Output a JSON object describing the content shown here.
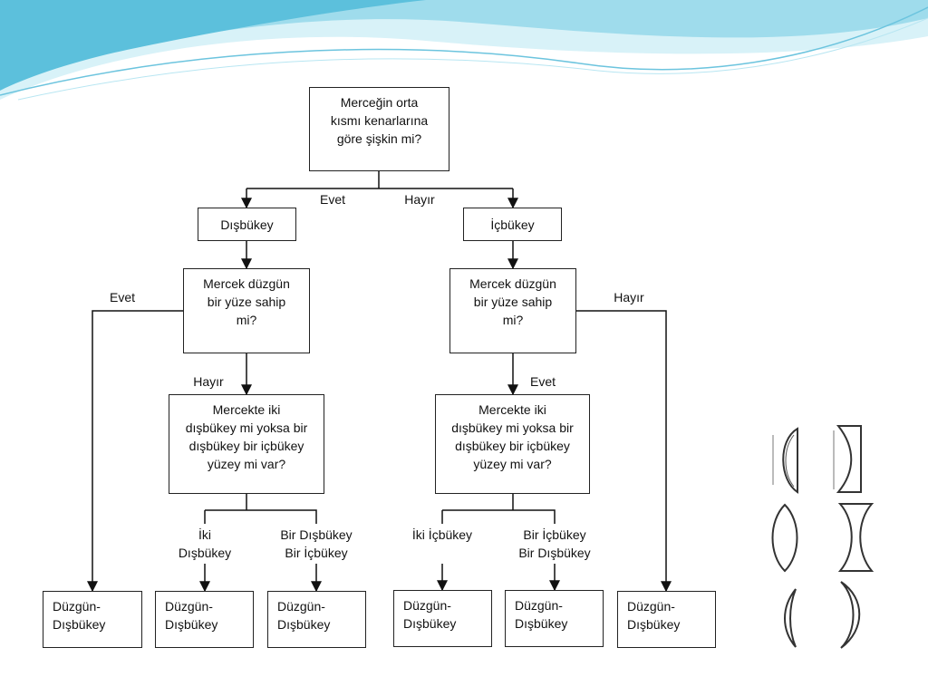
{
  "colors": {
    "banner_light": "#cdeef5",
    "banner_mid": "#8fd6e8",
    "banner_dark": "#4cb6d6",
    "line": "#111111",
    "box_border": "#222222"
  },
  "nodes": {
    "root": "Merceğin orta\nkısmı kenarlarına\ngöre şişkin mi?",
    "disbukey": "Dışbükey",
    "icbukey": "İçbükey",
    "q_left": "Mercek düzgün\nbir yüze sahip\nmi?",
    "q_right": "Mercek düzgün\nbir yüze sahip\nmi?",
    "q2_left": "Mercekte iki\ndışbükey mi yoksa bir\ndışbükey bir içbükey\nyüzey mi var?",
    "q2_right": "Mercekte iki\ndışbükey mi yoksa bir\ndışbükey bir içbükey\nyüzey mi var?",
    "leaves": [
      "Düzgün-\nDışbükey",
      "Düzgün-\nDışbükey",
      "Düzgün-\nDışbükey",
      "Düzgün-\nDışbükey",
      "Düzgün-\nDışbükey",
      "Düzgün-\nDışbükey"
    ]
  },
  "labels": {
    "root_yes": "Evet",
    "root_no": "Hayır",
    "left_yes": "Evet",
    "left_no": "Hayır",
    "right_no": "Hayır",
    "right_yes": "Evet",
    "left_a": "İki\nDışbükey",
    "left_b": "Bir Dışbükey\nBir İçbükey",
    "right_a": "İki İçbükey",
    "right_b": "Bir İçbükey\nBir Dışbükey"
  },
  "lens_icons": [
    "plano-convex-lens-icon",
    "plano-concave-lens-icon",
    "biconvex-lens-icon",
    "biconcave-lens-icon",
    "concave-meniscus-lens-icon",
    "convex-meniscus-lens-icon"
  ]
}
